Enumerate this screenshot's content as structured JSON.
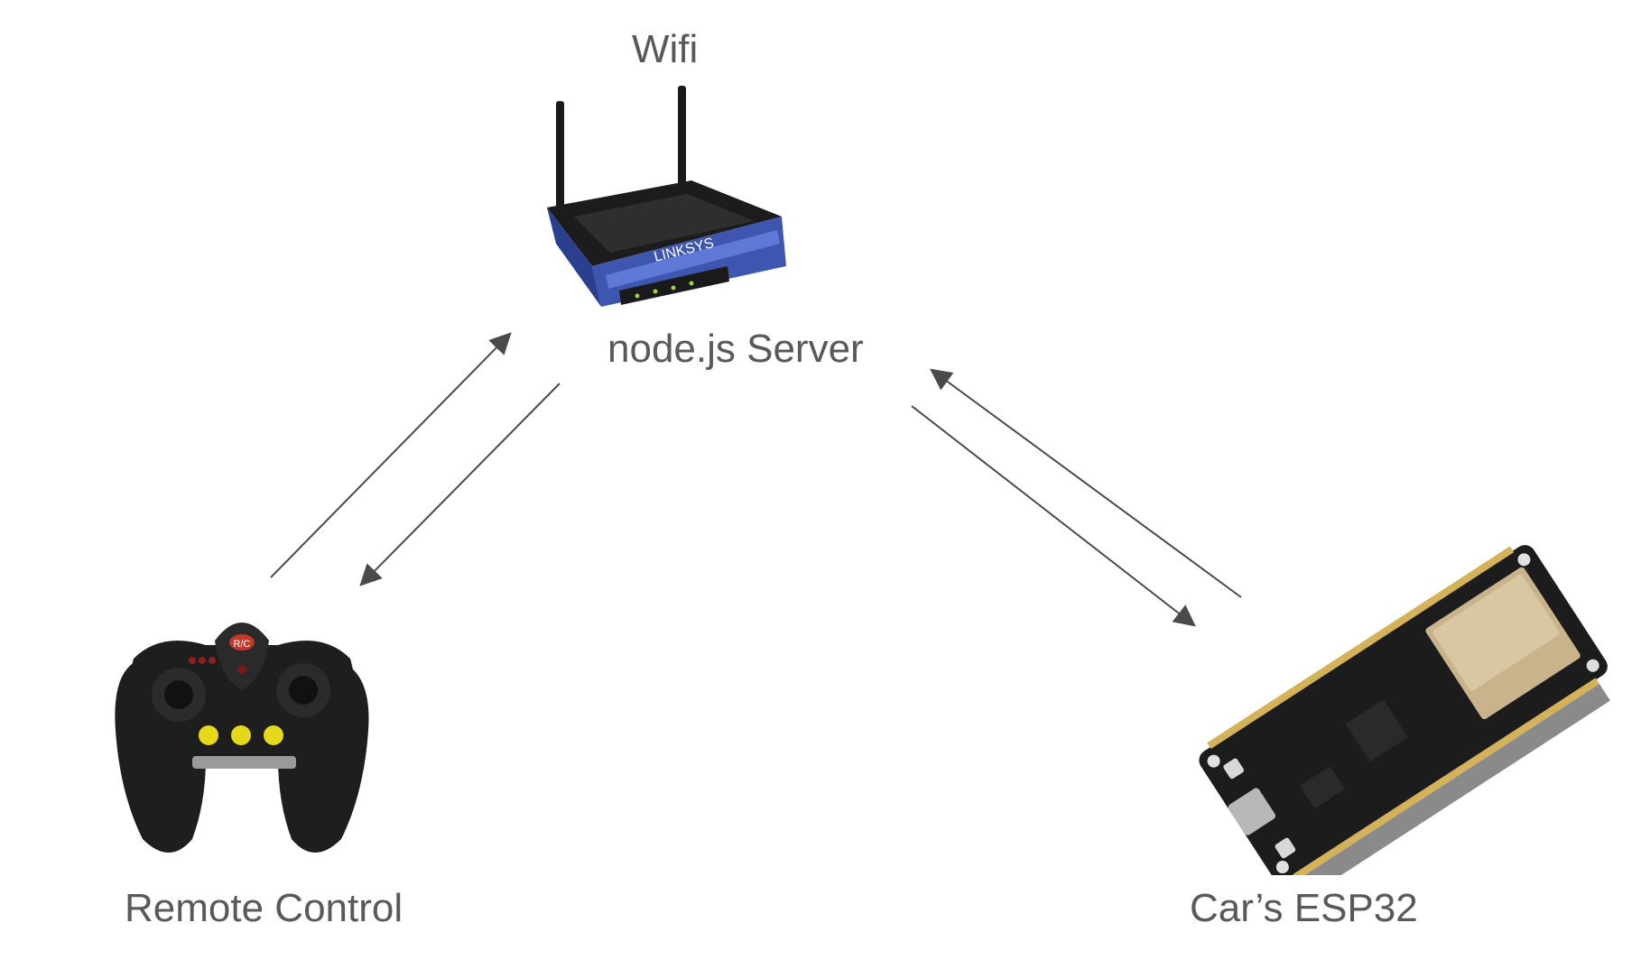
{
  "labels": {
    "wifi": "Wifi",
    "server": "node.js Server",
    "remote": "Remote Control",
    "esp": "Car’s ESP32"
  },
  "icons": {
    "router": "wifi-router-icon",
    "controller": "rc-controller-icon",
    "board": "esp32-board-icon"
  },
  "router_brand": "LINKSYS",
  "controller_badge": "R/C",
  "colors": {
    "text": "#595959",
    "arrow": "#4a4a4a",
    "router_body": "#3f56b0",
    "router_top": "#1c1c1c",
    "controller_body": "#1e1e1e",
    "controller_button": "#e6d81a",
    "controller_badge": "#c0392b",
    "board_pcb": "#1c1c1c",
    "board_module": "#c8b38c",
    "board_pins": "#d4b25a"
  }
}
